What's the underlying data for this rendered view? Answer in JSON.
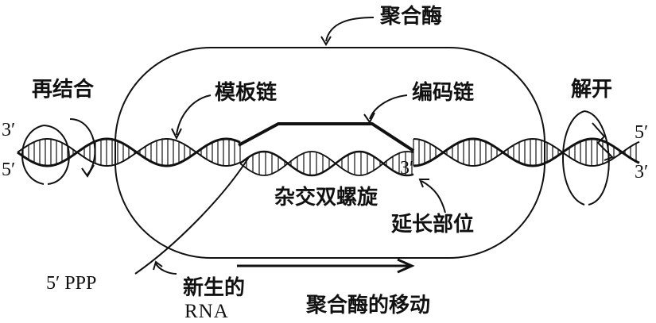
{
  "labels": {
    "polymerase": "聚合酶",
    "rewind": "再结合",
    "template_strand": "模板链",
    "coding_strand": "编码链",
    "unwind": "解开",
    "hybrid_helix": "杂交双螺旋",
    "elongation_site": "延长部位",
    "new_rna_line1": "新生的",
    "new_rna_line2": "RNA",
    "polymerase_movement": "聚合酶的移动"
  },
  "ends": {
    "left_top": "3′",
    "left_bottom": "5′",
    "right_top": "5′",
    "right_bottom": "3′",
    "rna_3": "3′",
    "rna_5ppp": "5′ PPP"
  },
  "colors": {
    "ink": "#111111",
    "background": "#ffffff"
  }
}
